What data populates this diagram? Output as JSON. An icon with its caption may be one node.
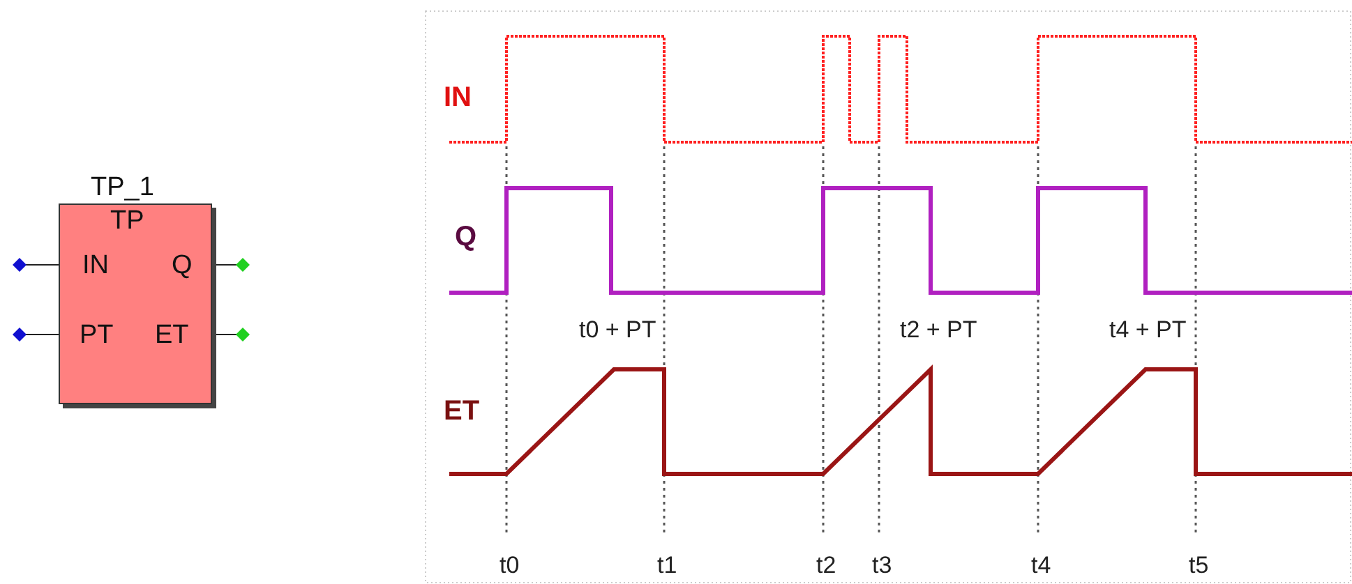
{
  "diagram": {
    "nodes": [
      {
        "text": [
          "TP_1",
          "TP",
          "IN",
          "Q",
          "PT",
          "ET"
        ]
      }
    ],
    "labels": [
      "IN",
      "Q",
      "t0 + PT",
      "t2 + PT",
      "t4 + PT",
      "ET",
      "t0",
      "t1",
      "t2",
      "t3",
      "t4",
      "t5"
    ]
  }
}
